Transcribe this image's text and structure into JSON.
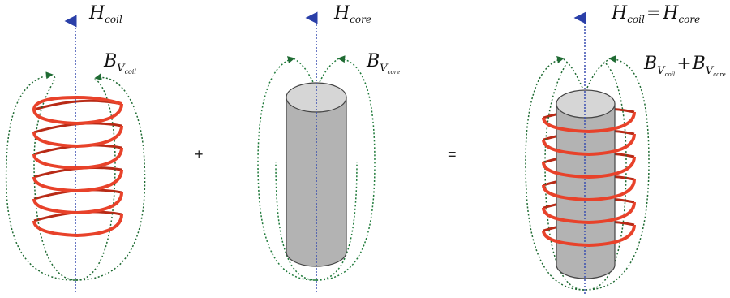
{
  "labels": {
    "coil": {
      "H": "H",
      "H_sub": "coil",
      "B": "B",
      "B_sub": "V",
      "B_subsub": "coil"
    },
    "core": {
      "H": "H",
      "H_sub": "core",
      "B": "B",
      "B_sub": "V",
      "B_subsub": "core"
    },
    "combined": {
      "H1": "H",
      "H1_sub": "coil",
      "eq": "=",
      "H2": "H",
      "H2_sub": "core",
      "B1": "B",
      "B1_sub": "V",
      "B1_subsub": "coil",
      "plus": "+",
      "B2": "B",
      "B2_sub": "V",
      "B2_subsub": "core"
    }
  },
  "operators": {
    "plus": "+",
    "equals": "="
  },
  "colors": {
    "coil": "#e8422a",
    "coil_dark": "#b82a16",
    "field_line": "#1f7a3a",
    "axis": "#3a4fb0",
    "core_body": "#b3b3b3",
    "core_top": "#d6d6d6",
    "core_edge": "#444444"
  }
}
